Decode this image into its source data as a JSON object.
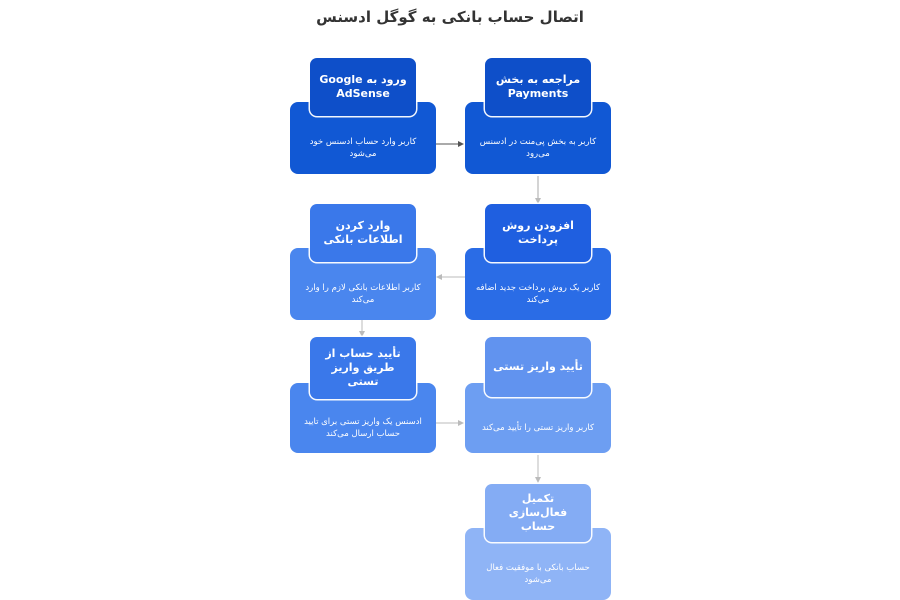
{
  "title": "اتصال حساب بانکی به گوگل ادسنس",
  "steps": [
    {
      "heading": "ورود به Google AdSense",
      "text": "کاربر وارد حساب ادسنس خود می‌شود"
    },
    {
      "heading": "مراجعه به بخش Payments",
      "text": "کاربر به بخش پی‌منت در ادسنس می‌رود"
    },
    {
      "heading": "افزودن روش پرداخت",
      "text": "کاربر یک روش پرداخت جدید اضافه می‌کند"
    },
    {
      "heading": "وارد کردن اطلاعات بانکی",
      "text": "کاربر اطلاعات بانکی لازم را وارد می‌کند"
    },
    {
      "heading": "تأیید حساب از طریق واریز تستی",
      "text": "ادسنس یک واریز تستی برای تایید حساب ارسال می‌کند"
    },
    {
      "heading": "تأیید واریز تستی",
      "text": "کاربر واریز تستی را تأیید می‌کند"
    },
    {
      "heading": "تکمیل فعال‌سازی حساب",
      "text": "حساب بانکی با موفقیت فعال می‌شود"
    }
  ],
  "colors": {
    "arrow_dark": "#555555",
    "arrow_light": "#bbbbbb"
  }
}
